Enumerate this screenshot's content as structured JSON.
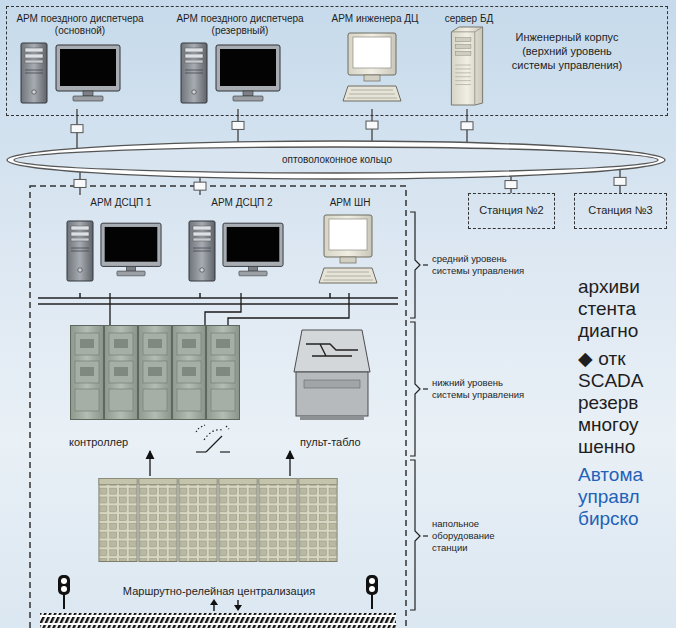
{
  "diagram": {
    "nodes": [
      {
        "text": [
          "Инженерный корпус (верхний уровень системы управления)"
        ]
      },
      {
        "text": [
          "АРМ поездного диспетчера (основной)"
        ],
        "in": 0
      },
      {
        "text": [
          "АРМ поездного диспетчера (резервный)"
        ],
        "in": 0
      },
      {
        "text": [
          "АРМ инженера ДЦ"
        ],
        "in": 0
      },
      {
        "text": [
          "сервер БД"
        ],
        "in": 0
      },
      {
        "text": [
          "оптоволоконное кольцо"
        ]
      },
      {
        "text": [
          "Станция №2"
        ]
      },
      {
        "text": [
          "Станция №3"
        ]
      },
      {
        "text": [
          "АРМ ДСЦП 1"
        ]
      },
      {
        "text": [
          "АРМ ДСЦП 2"
        ]
      },
      {
        "text": [
          "АРМ ШН"
        ]
      },
      {
        "text": [
          "контроллер"
        ]
      },
      {
        "text": [
          "пульт-табло"
        ]
      },
      {
        "text": [
          "Маршрутно-релейная централизация"
        ]
      }
    ],
    "edges": [
      {
        "from": 1,
        "to": 5,
        "arrow": "none"
      },
      {
        "from": 2,
        "to": 5,
        "arrow": "none"
      },
      {
        "from": 3,
        "to": 5,
        "arrow": "none"
      },
      {
        "from": 4,
        "to": 5,
        "arrow": "none"
      },
      {
        "from": 5,
        "to": 6,
        "arrow": "none"
      },
      {
        "from": 5,
        "to": 7,
        "arrow": "none"
      },
      {
        "from": 5,
        "to": 8,
        "arrow": "none"
      },
      {
        "from": 5,
        "to": 9,
        "arrow": "none"
      },
      {
        "from": 8,
        "to": 11,
        "arrow": "none"
      },
      {
        "from": 9,
        "to": 11,
        "arrow": "none"
      },
      {
        "from": 10,
        "to": 11,
        "arrow": "none"
      },
      {
        "from": 13,
        "to": 11,
        "arrow": "to"
      },
      {
        "from": 13,
        "to": 12,
        "arrow": "to"
      }
    ],
    "labels": [
      "средний уровень системы управления",
      "нижний уровень системы управления",
      "напольное оборудование станции",
      "архиви",
      "стента",
      "диагно",
      "◆ отк",
      "SCADA",
      "резерв",
      "многоу",
      "шенно",
      "Автома",
      "управл",
      "бирско"
    ]
  }
}
